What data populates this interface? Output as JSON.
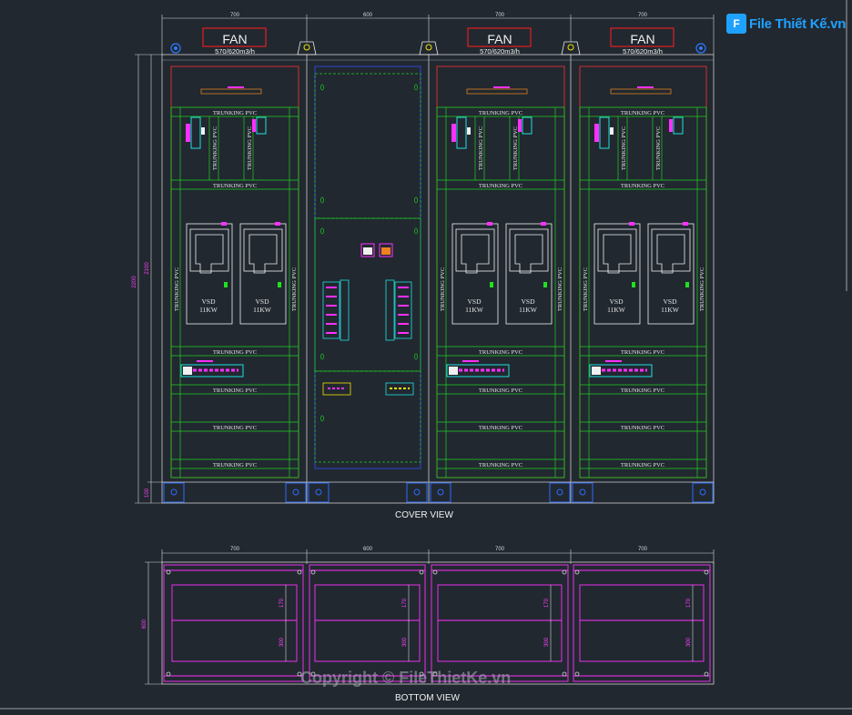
{
  "logo": {
    "mark": "F",
    "text": "File Thiết Kế.vn"
  },
  "watermark": "Copyright © FileThietKe.vn",
  "views": {
    "cover": "COVER VIEW",
    "bottom": "BOTTOM VIEW"
  },
  "fan": {
    "label": "FAN",
    "rate": "570/620m3/h"
  },
  "trunking": "TRUNKING PVC",
  "vsd": {
    "name": "VSD",
    "power": "11KW"
  },
  "dims": {
    "widths": [
      "700",
      "600",
      "700",
      "700"
    ],
    "overall_height": "2200",
    "body_height": "2100",
    "base_height": "100",
    "depth": "600",
    "bottom_upper": "170",
    "bottom_lower": "300"
  }
}
